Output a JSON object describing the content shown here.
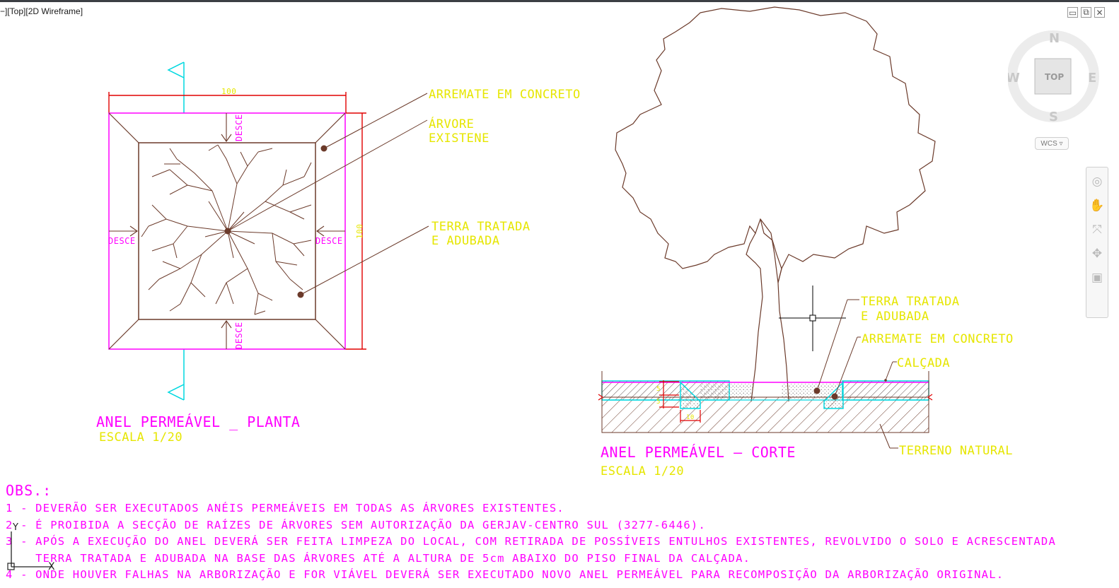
{
  "viewport": {
    "label": "−][Top][2D Wireframe]"
  },
  "window_controls": {
    "minimize": "▭",
    "restore": "⧉",
    "close": "✕"
  },
  "viewcube": {
    "north": "N",
    "south": "S",
    "east": "E",
    "west": "W",
    "face": "TOP",
    "wcs": "WCS ▿"
  },
  "navbar": {
    "icons": [
      "steering-wheel-icon",
      "pan-icon",
      "zoom-icon",
      "orbit-icon",
      "showmotion-icon"
    ]
  },
  "plan": {
    "dim_top": "100",
    "dim_right": "100",
    "desce": "DESCE",
    "label_arremate": "ARREMATE EM CONCRETO",
    "label_arvore_1": "ÁRVORE",
    "label_arvore_2": "EXISTENE",
    "label_terra_1": "TERRA TRATADA",
    "label_terra_2": "E ADUBADA",
    "title": "ANEL PERMEÁVEL _ PLANTA",
    "scale": "ESCALA 1/20"
  },
  "section": {
    "label_terra_1": "TERRA TRATADA",
    "label_terra_2": "E ADUBADA",
    "label_arremate": "ARREMATE EM CONCRETO",
    "label_calcada": "CALÇADA",
    "label_terreno": "TERRENO NATURAL",
    "title": "ANEL PERMEÁVEL — CORTE",
    "scale": "ESCALA 1/20"
  },
  "notes": {
    "title": "OBS.:",
    "lines": [
      "1 - DEVERÃO SER EXECUTADOS ANÉIS PERMEÁVEIS EM TODAS AS ÁRVORES EXISTENTES.",
      "2 - É PROIBIDA A SECÇÃO DE RAÍZES DE ÁRVORES SEM AUTORIZAÇÃO DA GERJAV-CENTRO SUL (3277-6446).",
      "3 - APÓS A EXECUÇÃO DO ANEL DEVERÁ SER FEITA LIMPEZA DO LOCAL, COM RETIRADA DE POSSÍVEIS ENTULHOS EXISTENTES, REVOLVIDO O SOLO E ACRESCENTADA",
      "    TERRA TRATADA E ADUBADA NA BASE DAS ÁRVORES ATÉ A ALTURA DE 5cm ABAIXO DO PISO FINAL DA CALÇADA.",
      "4 - ONDE HOUVER FALHAS NA ARBORIZAÇÃO E FOR VIÁVEL DEVERÁ SER EXECUTADO NOVO ANEL PERMEÁVEL PARA RECOMPOSIÇÃO DA ARBORIZAÇÃO ORIGINAL."
    ]
  },
  "ucs": {
    "x": "X",
    "y": "Y"
  },
  "colors": {
    "magenta": "#ff00ff",
    "yellow": "#e6e600",
    "brown": "#6b3a2a",
    "cyan": "#00d8e0",
    "red": "#e00000"
  }
}
